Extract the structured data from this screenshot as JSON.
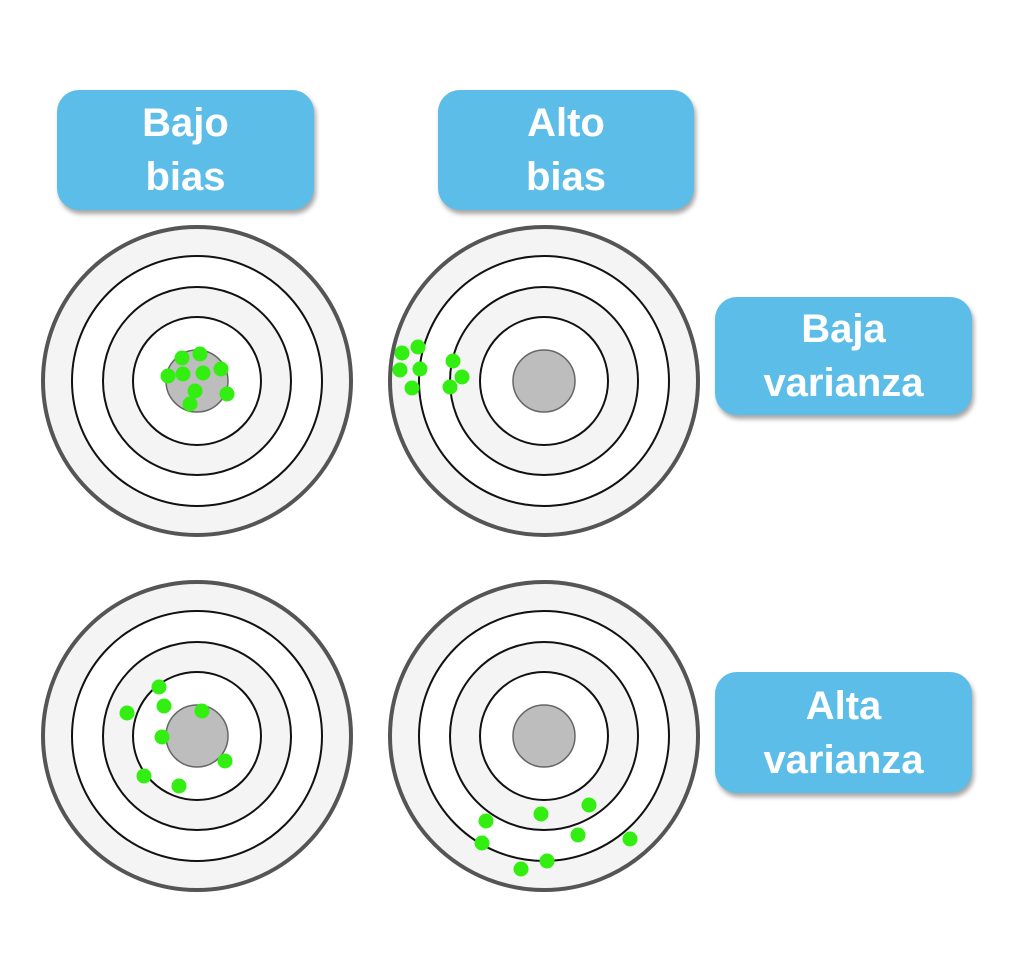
{
  "labels": {
    "bajo_bias": [
      "Bajo",
      "bias"
    ],
    "alto_bias": [
      "Alto",
      "bias"
    ],
    "baja_varianza": [
      "Baja",
      "varianza"
    ],
    "alta_varianza": [
      "Alta",
      "varianza"
    ]
  },
  "colors": {
    "label_bg": "#5cbde8",
    "label_text": "#ffffff",
    "hit": "#33ee11",
    "bullseye": "#bdbdbd",
    "ring_light": "#f4f4f4",
    "ring_stroke": "#111111",
    "outer_stroke": "#555555"
  },
  "targets": [
    {
      "name": "bajo-bias-baja-varianza",
      "hits": [
        [
          -15,
          -23
        ],
        [
          3,
          -27
        ],
        [
          -29,
          -5
        ],
        [
          -14,
          -7
        ],
        [
          6,
          -8
        ],
        [
          24,
          -12
        ],
        [
          -2,
          10
        ],
        [
          -7,
          23
        ],
        [
          30,
          13
        ]
      ]
    },
    {
      "name": "alto-bias-baja-varianza",
      "hits": [
        [
          -142,
          -28
        ],
        [
          -126,
          -34
        ],
        [
          -91,
          -20
        ],
        [
          -144,
          -11
        ],
        [
          -124,
          -12
        ],
        [
          -82,
          -4
        ],
        [
          -94,
          6
        ],
        [
          -132,
          7
        ]
      ]
    },
    {
      "name": "bajo-bias-alta-varianza",
      "hits": [
        [
          -38,
          -49
        ],
        [
          -70,
          -23
        ],
        [
          -33,
          -30
        ],
        [
          5,
          -25
        ],
        [
          -35,
          1
        ],
        [
          28,
          25
        ],
        [
          -53,
          40
        ],
        [
          -18,
          50
        ]
      ]
    },
    {
      "name": "alto-bias-alta-varianza",
      "hits": [
        [
          -58,
          85
        ],
        [
          45,
          69
        ],
        [
          -3,
          78
        ],
        [
          -62,
          107
        ],
        [
          86,
          103
        ],
        [
          34,
          99
        ],
        [
          3,
          125
        ],
        [
          -23,
          133
        ]
      ]
    }
  ]
}
